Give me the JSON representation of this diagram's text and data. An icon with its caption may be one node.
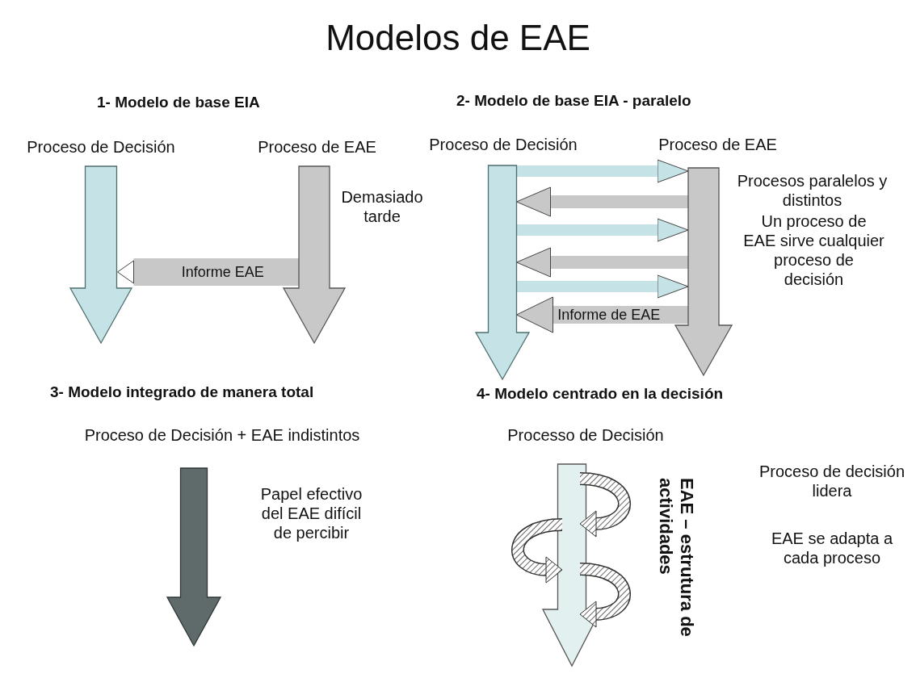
{
  "diagram": {
    "title": "Modelos de EAE",
    "nodes": [
      {
        "text": [
          "Proceso de Decisión"
        ]
      },
      {
        "text": [
          "Proceso de EAE"
        ],
        "beside": [
          "Demasiado tarde"
        ]
      },
      {
        "text": [
          "Proceso de Decisión"
        ]
      },
      {
        "text": [
          "Proceso de EAE"
        ],
        "beside": [
          "Procesos paralelos y distintos",
          "Un proceso de EAE sirve cualquier proceso de decisión"
        ]
      },
      {
        "text": [
          "Proceso de Decisión + EAE indistintos"
        ],
        "beside": [
          "Papel efectivo del EAE difícil de percibir"
        ]
      },
      {
        "text": [
          "Processo de Decisión"
        ],
        "beside": [
          "EAE – estrutura de actividades",
          "Proceso de decisión lidera",
          "EAE se adapta a cada proceso"
        ]
      }
    ],
    "edges": [
      {
        "from": 1,
        "to": 0,
        "arrow": "to",
        "label": "Informe EAE"
      },
      {
        "from": 2,
        "to": 3,
        "arrow": "to",
        "color": "#c5e3e6"
      },
      {
        "from": 3,
        "to": 2,
        "arrow": "to"
      },
      {
        "from": 2,
        "to": 3,
        "arrow": "to",
        "color": "#c5e3e6"
      },
      {
        "from": 3,
        "to": 2,
        "arrow": "to"
      },
      {
        "from": 2,
        "to": 3,
        "arrow": "to",
        "color": "#c5e3e6"
      },
      {
        "from": 3,
        "to": 2,
        "arrow": "to",
        "label": "Informe de EAE"
      }
    ],
    "labels": [
      "1- Modelo de base EIA",
      "2- Modelo de base EIA - paralelo",
      "3- Modelo integrado de manera total",
      "4- Modelo centrado en la decisión"
    ]
  }
}
